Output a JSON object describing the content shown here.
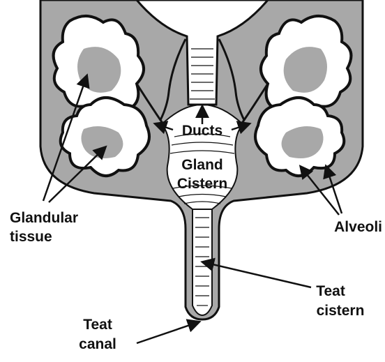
{
  "colors": {
    "tissue": "#a8a8a8",
    "outline": "#111111",
    "background": "#ffffff"
  },
  "labels": {
    "ducts": "Ducts",
    "gland_cistern": [
      "Gland",
      "Cistern"
    ],
    "glandular_tissue": [
      "Glandular",
      "tissue"
    ],
    "alveoli": "Alveoli",
    "teat_cistern": [
      "Teat",
      "cistern"
    ],
    "teat_canal": [
      "Teat",
      "canal"
    ]
  }
}
